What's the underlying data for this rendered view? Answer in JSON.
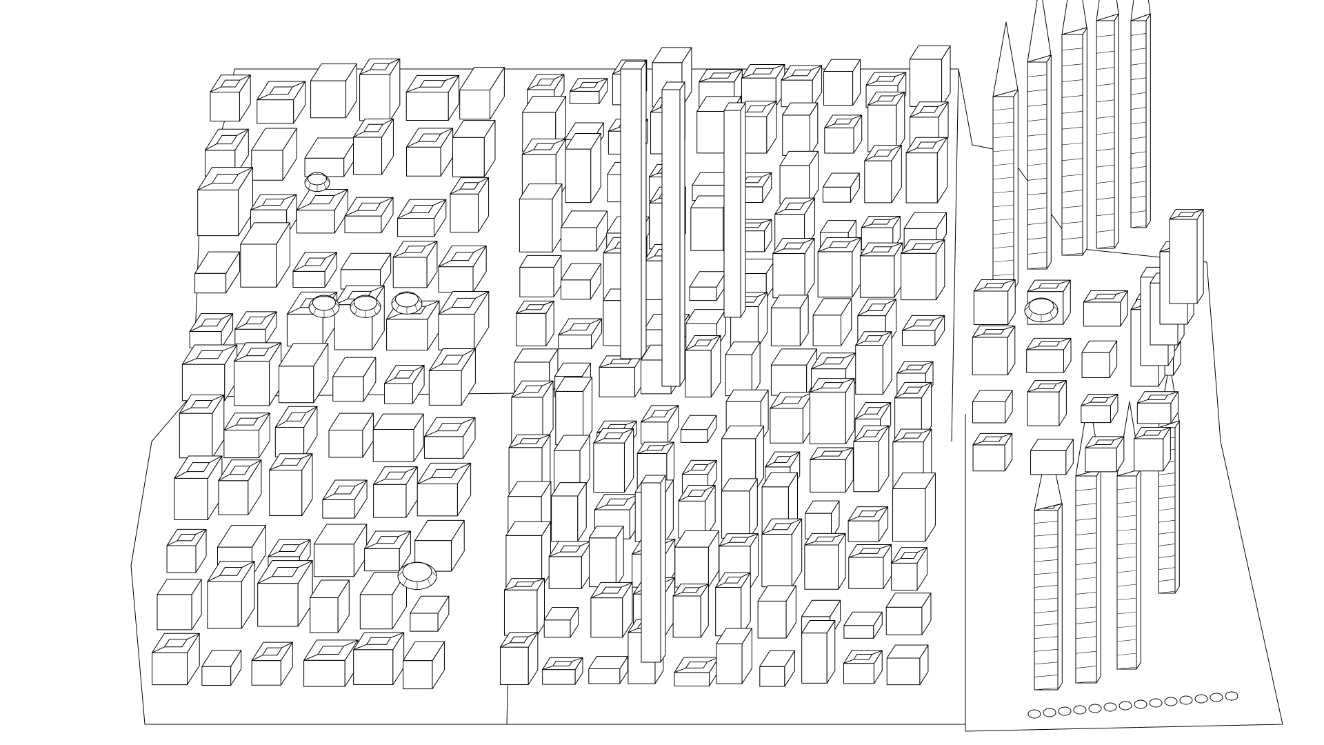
{
  "scene": {
    "kind": "isometric-wireframe-city",
    "line_color": "#000000",
    "background_color": "#ffffff",
    "districts": [
      {
        "id": "west-lower",
        "style": "low-rise blocks with courtyard roofs"
      },
      {
        "id": "central-grid",
        "style": "dense grid of mid-rise blocks"
      },
      {
        "id": "east-towers",
        "style": "clusters of spired skyscrapers"
      }
    ]
  }
}
